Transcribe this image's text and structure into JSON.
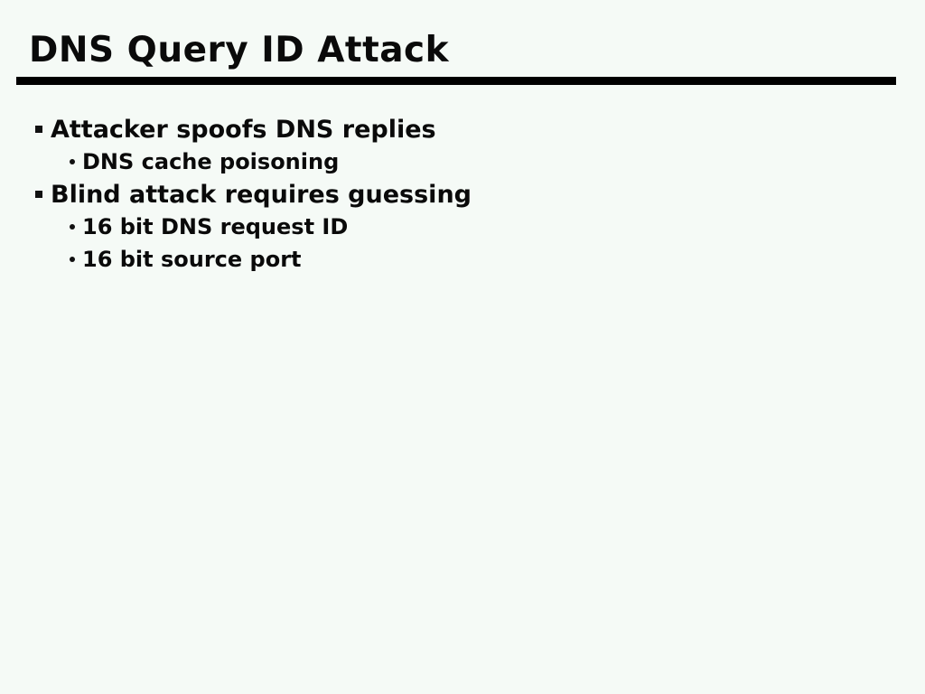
{
  "slide": {
    "title": "DNS Query ID Attack",
    "bullets": [
      {
        "level": 1,
        "text": "Attacker spoofs DNS replies"
      },
      {
        "level": 2,
        "text": "DNS cache poisoning"
      },
      {
        "level": 1,
        "text": "Blind attack requires guessing"
      },
      {
        "level": 2,
        "text": "16 bit DNS request ID"
      },
      {
        "level": 2,
        "text": "16 bit source port"
      }
    ],
    "colors": {
      "background": "#f5faf6",
      "text": "#0a0a0a",
      "title_underline": "#000000"
    }
  }
}
